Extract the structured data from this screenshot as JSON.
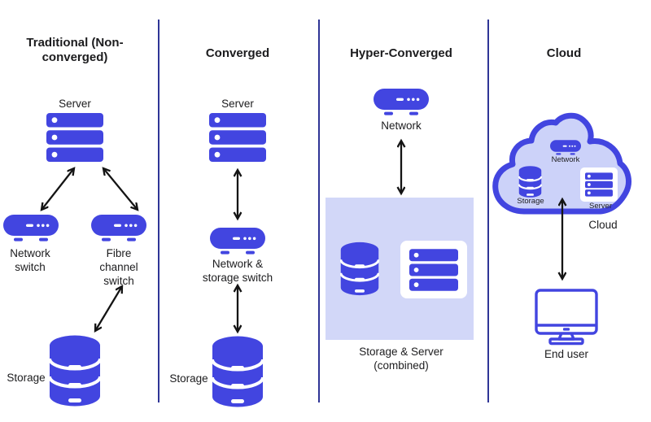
{
  "colors": {
    "icon_blue": "#4245e0",
    "lavender": "#d2d7f8",
    "cloud_fill": "#ccd2f9",
    "divider_navy": "#2f3596",
    "arrow_black": "#141414",
    "text_dark": "#1c1c1e",
    "white": "#ffffff"
  },
  "icons": {
    "server": "server-stack-icon",
    "switch": "network-switch-icon",
    "storage": "database-cylinder-icon",
    "cloud": "cloud-icon",
    "end_user": "desktop-monitor-icon"
  },
  "columns": [
    {
      "title": "Traditional (Non-converged)",
      "server_label": "Server",
      "network_switch_label": "Network switch",
      "fibre_switch_label": "Fibre channel switch",
      "storage_label": "Storage"
    },
    {
      "title": "Converged",
      "server_label": "Server",
      "switch_label": "Network & storage switch",
      "storage_label": "Storage"
    },
    {
      "title": "Hyper-Converged",
      "network_label": "Network",
      "combined_label": "Storage & Server (combined)"
    },
    {
      "title": "Cloud",
      "cloud_network_label": "Network",
      "cloud_storage_label": "Storage",
      "cloud_server_label": "Server",
      "cloud_caption": "Cloud",
      "end_user_label": "End user"
    }
  ]
}
